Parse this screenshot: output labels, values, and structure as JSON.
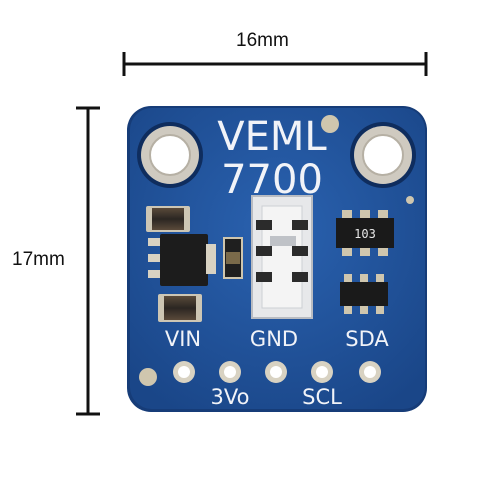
{
  "dimensions": {
    "width_label": "16mm",
    "height_label": "17mm"
  },
  "board": {
    "title_line1": "VEML",
    "title_line2": "7700",
    "resistor_code": "103",
    "pins": {
      "top_row": [
        "VIN",
        "GND",
        "SDA"
      ],
      "bottom_row": [
        "3Vo",
        "SCL"
      ]
    }
  },
  "colors": {
    "pcb": "#1f4f96",
    "pcb_edge": "#163c78",
    "silkscreen": "#f1f3f8",
    "pad_gold": "#d8d2c2",
    "dimension_line": "#111111"
  }
}
